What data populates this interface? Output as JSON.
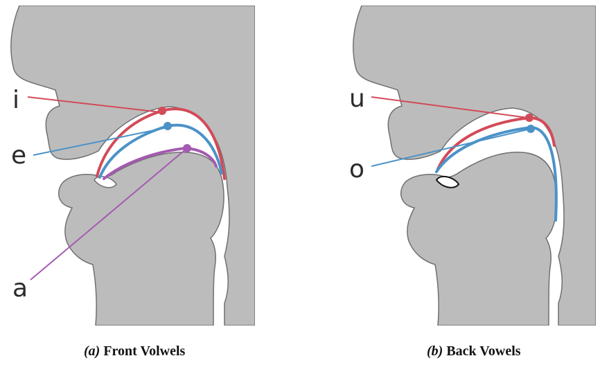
{
  "colors": {
    "head": "#bcbcbc",
    "outline": "#6f6f6f",
    "front_vowel_i": "#d34a58",
    "front_vowel_e": "#4b92c8",
    "front_vowel_a": "#a45ab1",
    "back_vowel_u": "#d34a58",
    "back_vowel_o": "#4b92c8",
    "label_text": "#2b2b2b"
  },
  "panels": [
    {
      "id": "a",
      "labels": [
        "i",
        "e",
        "a"
      ],
      "caption_prefix": "(a)",
      "caption_title": "Front Volwels"
    },
    {
      "id": "b",
      "labels": [
        "u",
        "o"
      ],
      "caption_prefix": "(b)",
      "caption_title": "Back Vowels"
    }
  ]
}
